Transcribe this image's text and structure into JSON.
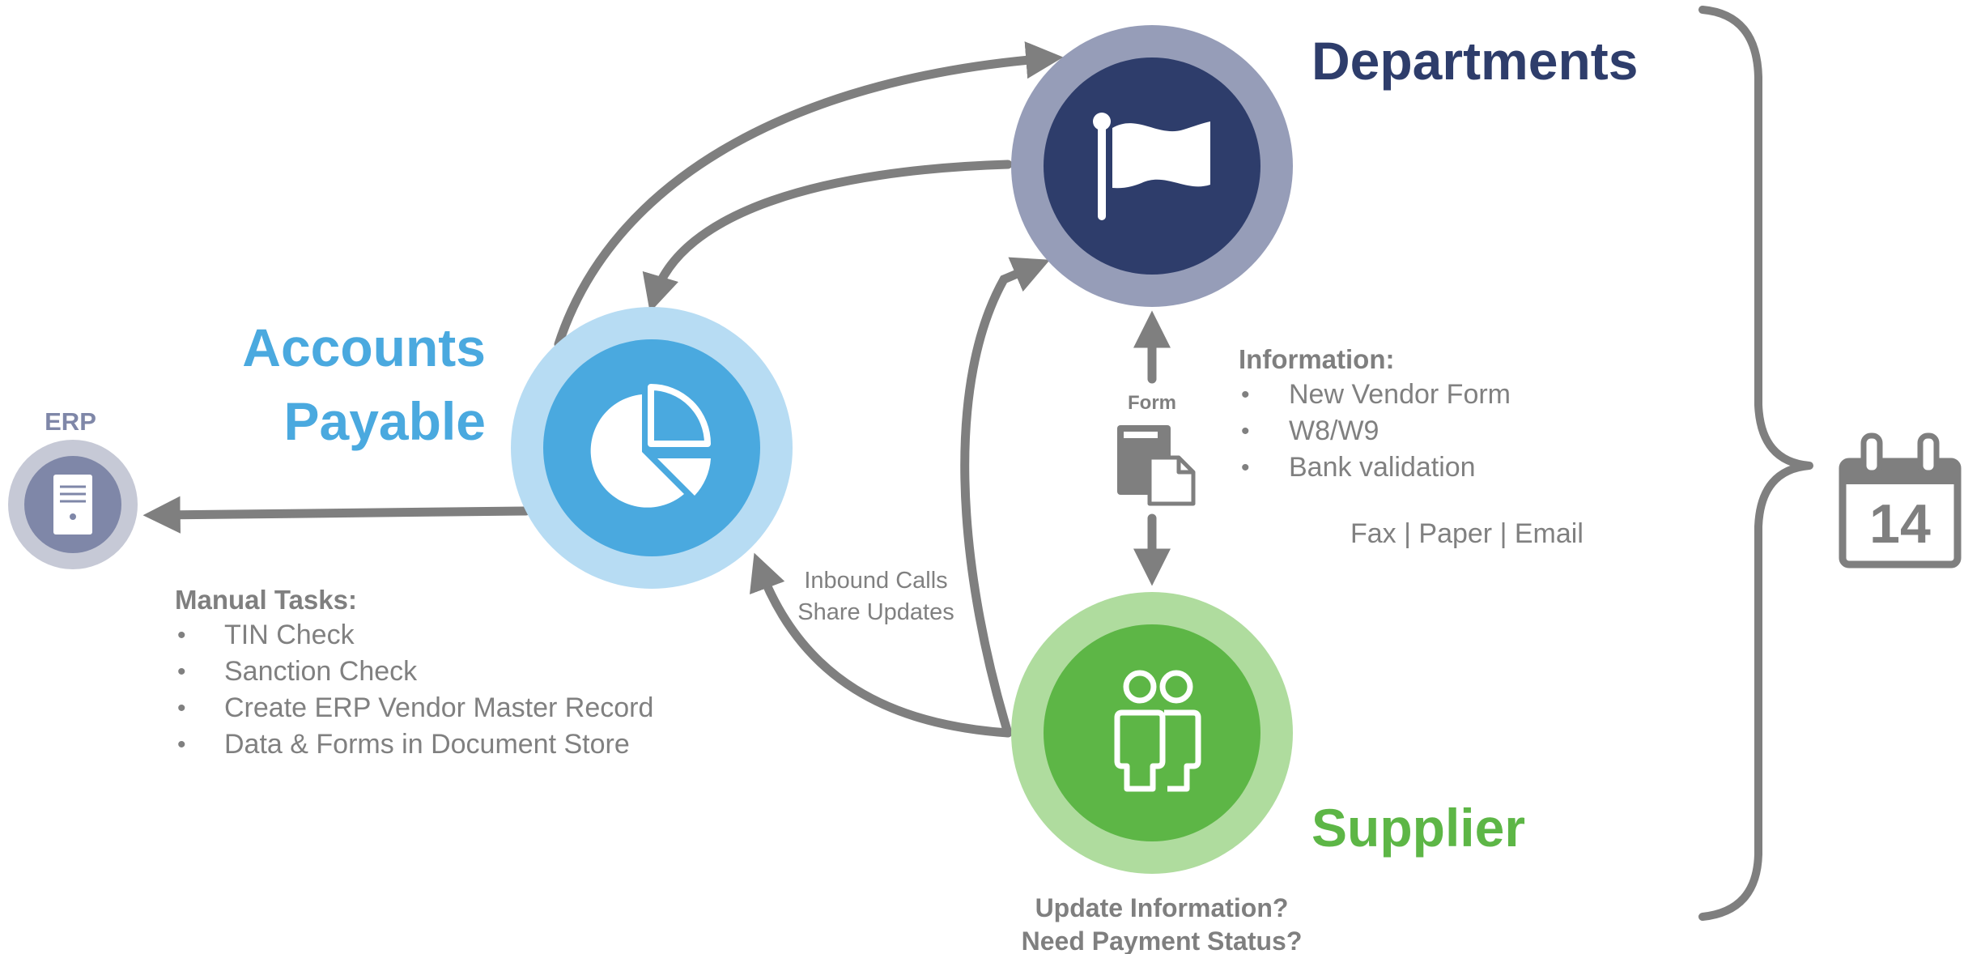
{
  "nodes": {
    "accounts_payable": {
      "line1": "Accounts",
      "line2": "Payable"
    },
    "departments": {
      "title": "Departments"
    },
    "supplier": {
      "title": "Supplier"
    },
    "erp": {
      "label": "ERP"
    }
  },
  "manual_tasks": {
    "heading": "Manual Tasks:",
    "items": [
      "TIN Check",
      "Sanction Check",
      "Create ERP Vendor Master Record",
      "Data & Forms in Document Store"
    ]
  },
  "information": {
    "heading": "Information:",
    "items": [
      "New Vendor Form",
      "W8/W9",
      "Bank validation"
    ],
    "channels": "Fax | Paper | Email"
  },
  "form_label": "Form",
  "inbound": {
    "line1": "Inbound Calls",
    "line2": "Share Updates"
  },
  "supplier_questions": {
    "line1": "Update Information?",
    "line2": "Need Payment Status?"
  },
  "calendar": {
    "day": "14"
  },
  "colors": {
    "accounts_payable": "#4aa9df",
    "accounts_payable_ring": "#b7dcf3",
    "departments": "#2e3d6b",
    "departments_ring": "#969db8",
    "supplier": "#5db646",
    "supplier_ring": "#afdc9e",
    "erp": "#7f87a8",
    "erp_ring": "#c6c9d6",
    "arrow": "#7f7f7f"
  },
  "icons": {
    "accounts_payable": "pie-chart-icon",
    "departments": "flag-icon",
    "supplier": "two-people-icon",
    "erp": "server-icon",
    "form": "documents-icon",
    "calendar": "calendar-icon"
  }
}
